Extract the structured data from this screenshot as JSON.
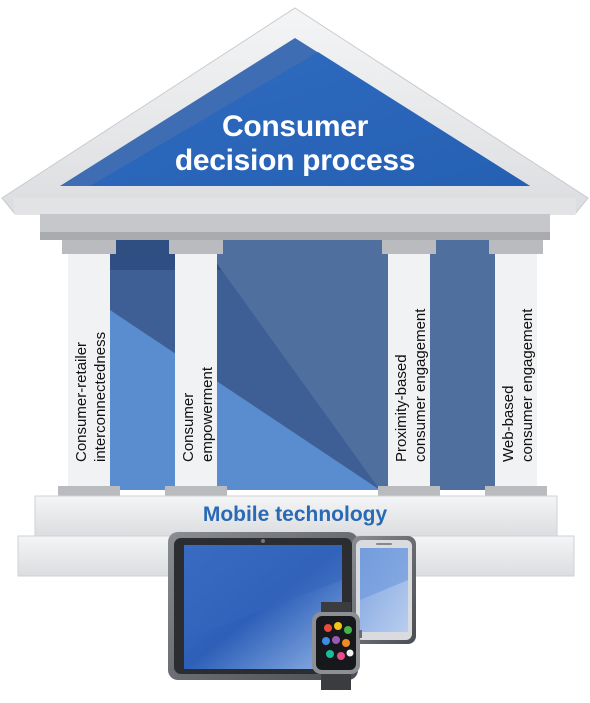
{
  "roof": {
    "title_line1": "Consumer",
    "title_line2": "decision process"
  },
  "pillars": [
    {
      "line1": "Consumer-retailer",
      "line2": "interconnectedness"
    },
    {
      "line1": "Consumer",
      "line2": "empowerment"
    },
    {
      "line1": "Proximity-based",
      "line2": "consumer engagement"
    },
    {
      "line1": "Web-based",
      "line2": "consumer engagement"
    }
  ],
  "foundation": {
    "label": "Mobile technology"
  },
  "colors": {
    "accent_blue": "#2a6ab5",
    "dark_blue": "#3d5f95",
    "light_blue": "#5a8cd0",
    "stone": "#e9eaec"
  },
  "devices": [
    "tablet-icon",
    "smartphone-icon",
    "smartwatch-icon"
  ]
}
